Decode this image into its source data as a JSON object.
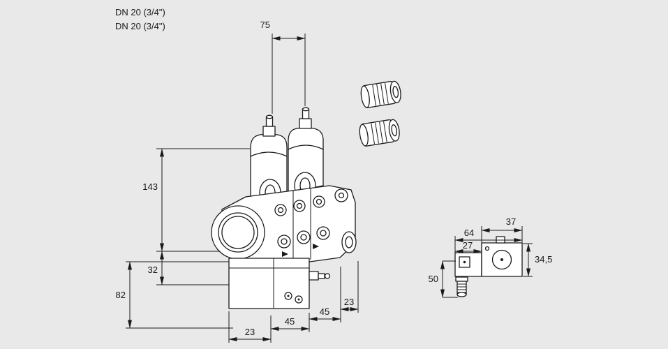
{
  "colors": {
    "background": "#e9e9e9",
    "line": "#1a1a1a",
    "fill": "#ffffff"
  },
  "labels": {
    "dn_line1": "DN 20 (3/4\")",
    "dn_line2": "DN 20 (3/4\")"
  },
  "dimensions": {
    "spacing_75": "75",
    "height_143": "143",
    "height_32": "32",
    "height_82": "82",
    "width_23_left": "23",
    "width_45_left": "45",
    "width_45_right": "45",
    "width_23_right": "23",
    "coil_37": "37",
    "coil_64": "64",
    "coil_27": "27",
    "coil_34_5": "34,5",
    "coil_50": "50"
  }
}
